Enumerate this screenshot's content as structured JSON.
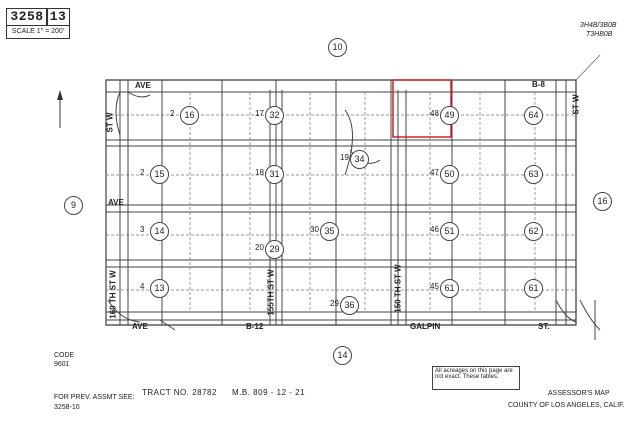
{
  "header": {
    "book": "3258",
    "page": "13",
    "scale_label": "SCALE 1\" = 200'",
    "top_right_note_1": "3H4B/3B0B",
    "top_right_note_2": "T3HB0B"
  },
  "adjacent_pages": {
    "north": "10",
    "west": "9",
    "east": "16",
    "south": "14"
  },
  "streets": {
    "ave_top": "AVE",
    "b8": "B-8",
    "st_w_top": "ST W",
    "st_w_right": "ST W",
    "ave_left": "AVE",
    "b12": "B-12",
    "galpin": "GALPIN",
    "st_bottom_right": "ST.",
    "st_160th": "160 TH ST W",
    "st_155th": "155TH ST W",
    "st_150th": "150 TH ST W",
    "ave_w": "AVE"
  },
  "parcels": [
    {
      "id": "p2",
      "num": "2",
      "circle": "16"
    },
    {
      "id": "p17",
      "num": "17",
      "circle": "32"
    },
    {
      "id": "p48",
      "num": "48",
      "circle": "49"
    },
    {
      "id": "p2b",
      "num": "2",
      "circle": "15"
    },
    {
      "id": "p18",
      "num": "18",
      "circle": "31"
    },
    {
      "id": "p19",
      "num": "19",
      "circle": "34"
    },
    {
      "id": "p47",
      "num": "47",
      "circle": "50"
    },
    {
      "id": "p3",
      "num": "3",
      "circle": "14"
    },
    {
      "id": "p30",
      "num": "30",
      "circle": "35"
    },
    {
      "id": "p46",
      "num": "46",
      "circle": "51"
    },
    {
      "id": "p4",
      "num": "4",
      "circle": "13"
    },
    {
      "id": "p20",
      "num": "20",
      "circle": "29"
    },
    {
      "id": "p45",
      "num": "45",
      "circle": "61"
    },
    {
      "id": "p29",
      "num": "29",
      "circle": "36"
    }
  ],
  "right_parcels": [
    {
      "num": "64"
    },
    {
      "num": "63"
    },
    {
      "num": "62"
    },
    {
      "num": "61"
    }
  ],
  "footer": {
    "code_label": "CODE",
    "code_value": "9601",
    "prev_assmt": "FOR PREV. ASSMT SEE:",
    "prev_ref": "3258-10",
    "tract": "TRACT NO. 28782",
    "mb": "M.B. 809 - 12 - 21",
    "note_1": "All acreages on this page are",
    "note_2": "not exact. These tables.",
    "assessor": "ASSESSOR'S MAP",
    "county": "COUNTY OF LOS ANGELES, CALIF."
  },
  "colors": {
    "highlight": "#d0202a",
    "lines": "#333333"
  }
}
